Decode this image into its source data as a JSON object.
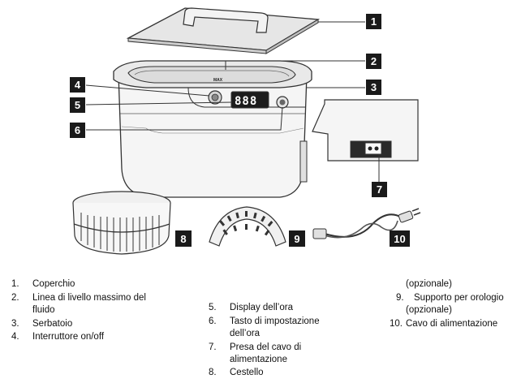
{
  "figure": {
    "display_text": "888",
    "max_label": "MAX",
    "callouts": [
      "1",
      "2",
      "3",
      "4",
      "5",
      "6",
      "7",
      "8",
      "9",
      "10"
    ]
  },
  "legend": {
    "col1": [
      {
        "num": "1.",
        "lines": [
          "Coperchio"
        ]
      },
      {
        "num": "2.",
        "lines": [
          "Linea di livello massimo del",
          "fluido"
        ]
      },
      {
        "num": "3.",
        "lines": [
          "Serbatoio"
        ]
      },
      {
        "num": "4.",
        "lines": [
          "Interruttore on/off"
        ]
      }
    ],
    "col2": [
      {
        "num": "5.",
        "lines": [
          "Display dell’ora"
        ]
      },
      {
        "num": "6.",
        "lines": [
          "Tasto di impostazione",
          "dell’ora"
        ]
      },
      {
        "num": "7.",
        "lines": [
          "Presa del cavo di",
          "alimentazione"
        ]
      },
      {
        "num": "8.",
        "lines": [
          "Cestello"
        ]
      }
    ],
    "col3_top_line": "(opzionale)",
    "col3": [
      {
        "num": "9.",
        "lines": [
          "Supporto per orologio",
          "(opzionale)"
        ]
      },
      {
        "num": "10.",
        "lines": [
          "Cavo di alimentazione"
        ]
      }
    ]
  }
}
